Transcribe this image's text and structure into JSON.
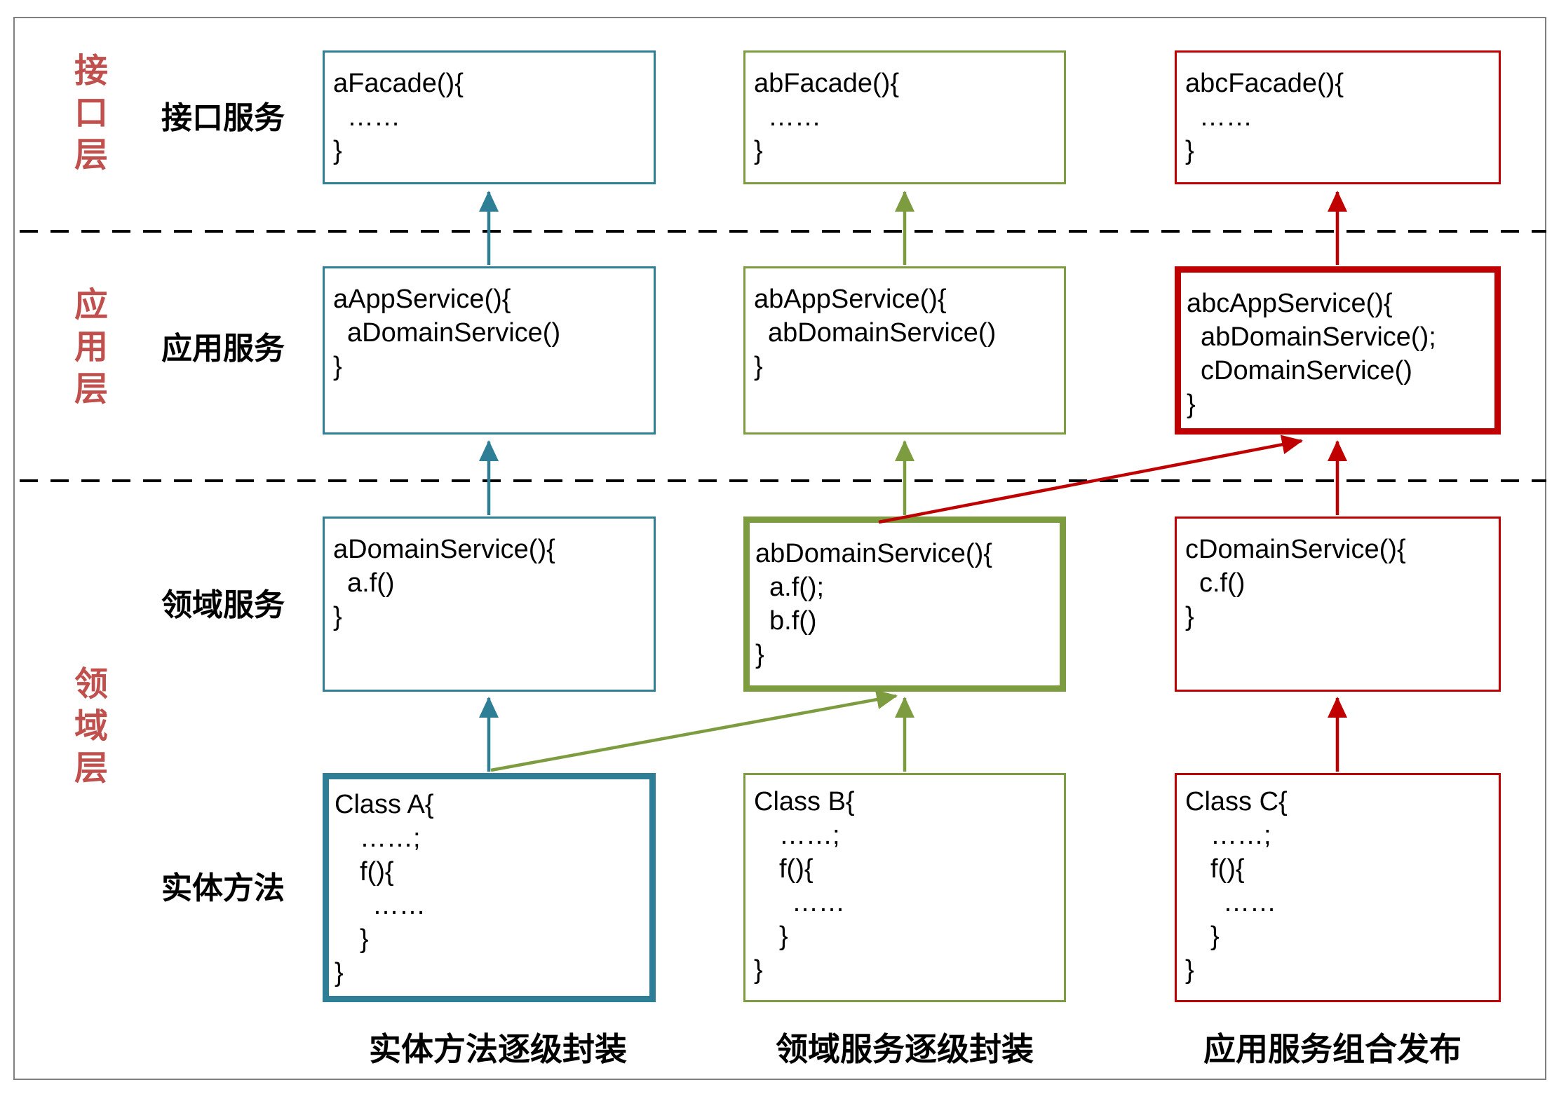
{
  "diagram": {
    "layer_labels": [
      "接口层",
      "应用层",
      "领域层"
    ],
    "row_labels": [
      "接口服务",
      "应用服务",
      "领域服务",
      "实体方法"
    ],
    "captions": [
      "实体方法逐级封装",
      "领域服务逐级封装",
      "应用服务组合发布"
    ],
    "columns": [
      {
        "facade_lines": [
          "aFacade(){",
          "……",
          "}"
        ],
        "app_lines": [
          "aAppService(){",
          "aDomainService()",
          "}"
        ],
        "domain_lines": [
          "aDomainService(){",
          "a.f()",
          "}"
        ],
        "class_lines": [
          "Class A{",
          "……;",
          "f(){",
          "……",
          "}",
          "}"
        ]
      },
      {
        "facade_lines": [
          "abFacade(){",
          "……",
          "}"
        ],
        "app_lines": [
          "abAppService(){",
          "abDomainService()",
          "}"
        ],
        "domain_lines": [
          "abDomainService(){",
          "a.f();",
          "b.f()",
          "}"
        ],
        "class_lines": [
          "Class B{",
          "……;",
          "f(){",
          "……",
          "}",
          "}"
        ]
      },
      {
        "facade_lines": [
          "abcFacade(){",
          "……",
          "}"
        ],
        "app_lines": [
          "abcAppService(){",
          "abDomainService();",
          "cDomainService()",
          "}"
        ],
        "domain_lines": [
          "cDomainService(){",
          "c.f()",
          "}"
        ],
        "class_lines": [
          "Class C{",
          "……;",
          "f(){",
          "……",
          "}",
          "}"
        ]
      }
    ],
    "colors": {
      "column1": "#2E7F96",
      "column2": "#7D9B3F",
      "column3": "#C00000",
      "layer_label": "#C0504D",
      "frame": "#7F7F7F",
      "text": "#000000",
      "background": "#FFFFFF"
    }
  }
}
